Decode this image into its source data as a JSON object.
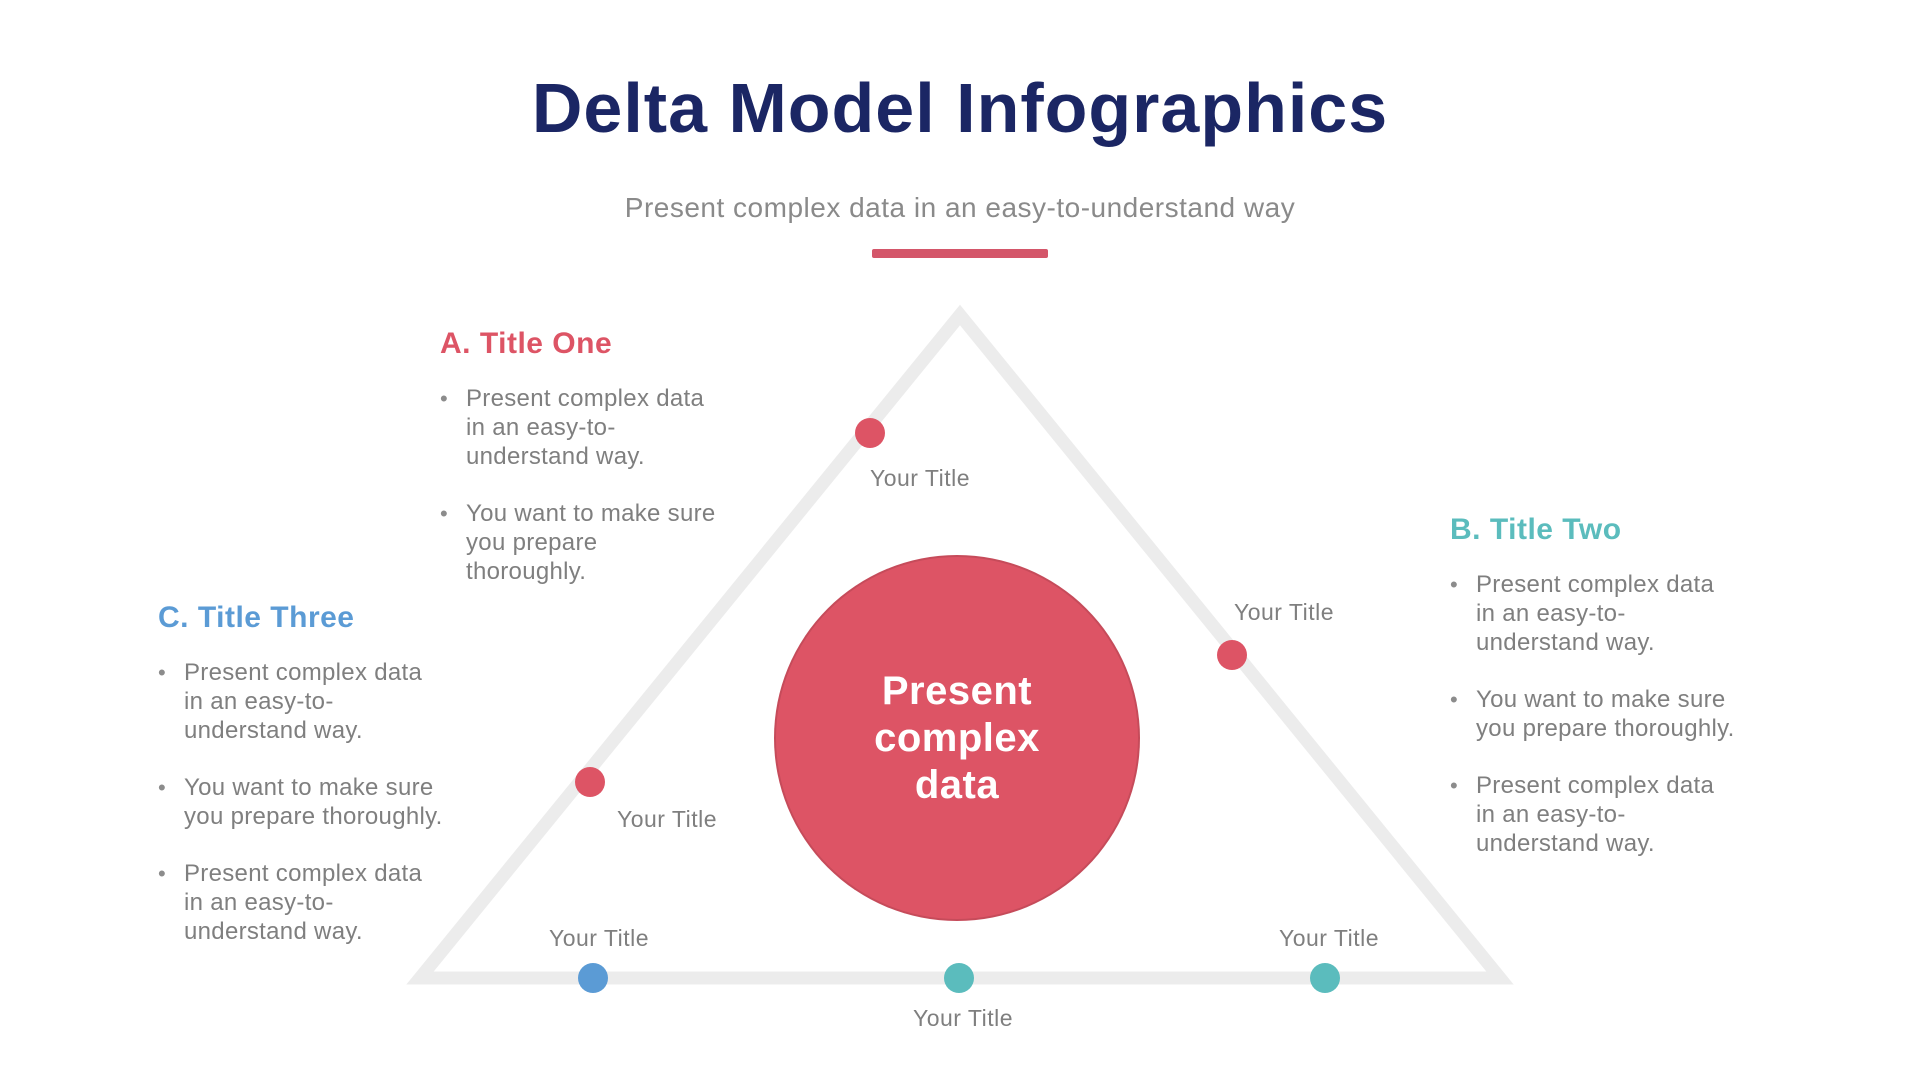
{
  "colors": {
    "navy": "#1b2664",
    "red": "#dd5465",
    "divider_red": "#d4566a",
    "teal": "#5bbcbd",
    "blue": "#5b9bd5",
    "gray_text": "#7f7f7f",
    "triangle_gray": "#ececec",
    "white": "#ffffff"
  },
  "ui": {
    "bullet_char": "•"
  },
  "header": {
    "title": "Delta Model Infographics",
    "subtitle": "Present complex data in an easy-to-understand way"
  },
  "diagram": {
    "center_circle": {
      "lines": [
        "Present",
        "complex",
        "data"
      ]
    },
    "markers": [
      {
        "id": "top-left",
        "label": "Your Title",
        "color": "#dd5465"
      },
      {
        "id": "right",
        "label": "Your Title",
        "color": "#dd5465"
      },
      {
        "id": "mid-left",
        "label": "Your Title",
        "color": "#dd5465"
      },
      {
        "id": "bottom-left",
        "label": "Your Title",
        "color": "#5b9bd5"
      },
      {
        "id": "bottom-center",
        "label": "Your Title",
        "color": "#5bbcbd"
      },
      {
        "id": "bottom-right",
        "label": "Your Title",
        "color": "#5bbcbd"
      }
    ]
  },
  "sections": {
    "a": {
      "heading": "A. Title One",
      "color": "#dd5465",
      "bullets": [
        "Present complex data in an easy-to-understand way.",
        "You want to make sure you prepare thoroughly."
      ]
    },
    "b": {
      "heading": "B. Title Two",
      "color": "#5bbcbd",
      "bullets": [
        "Present complex data in an easy-to-understand way.",
        "You want to make sure you prepare thoroughly.",
        "Present complex data in an easy-to-understand way."
      ]
    },
    "c": {
      "heading": "C. Title Three",
      "color": "#5b9bd5",
      "bullets": [
        "Present complex data in an easy-to-understand way.",
        "You want to make sure you prepare thoroughly.",
        "Present complex data in an easy-to-understand way."
      ]
    }
  }
}
